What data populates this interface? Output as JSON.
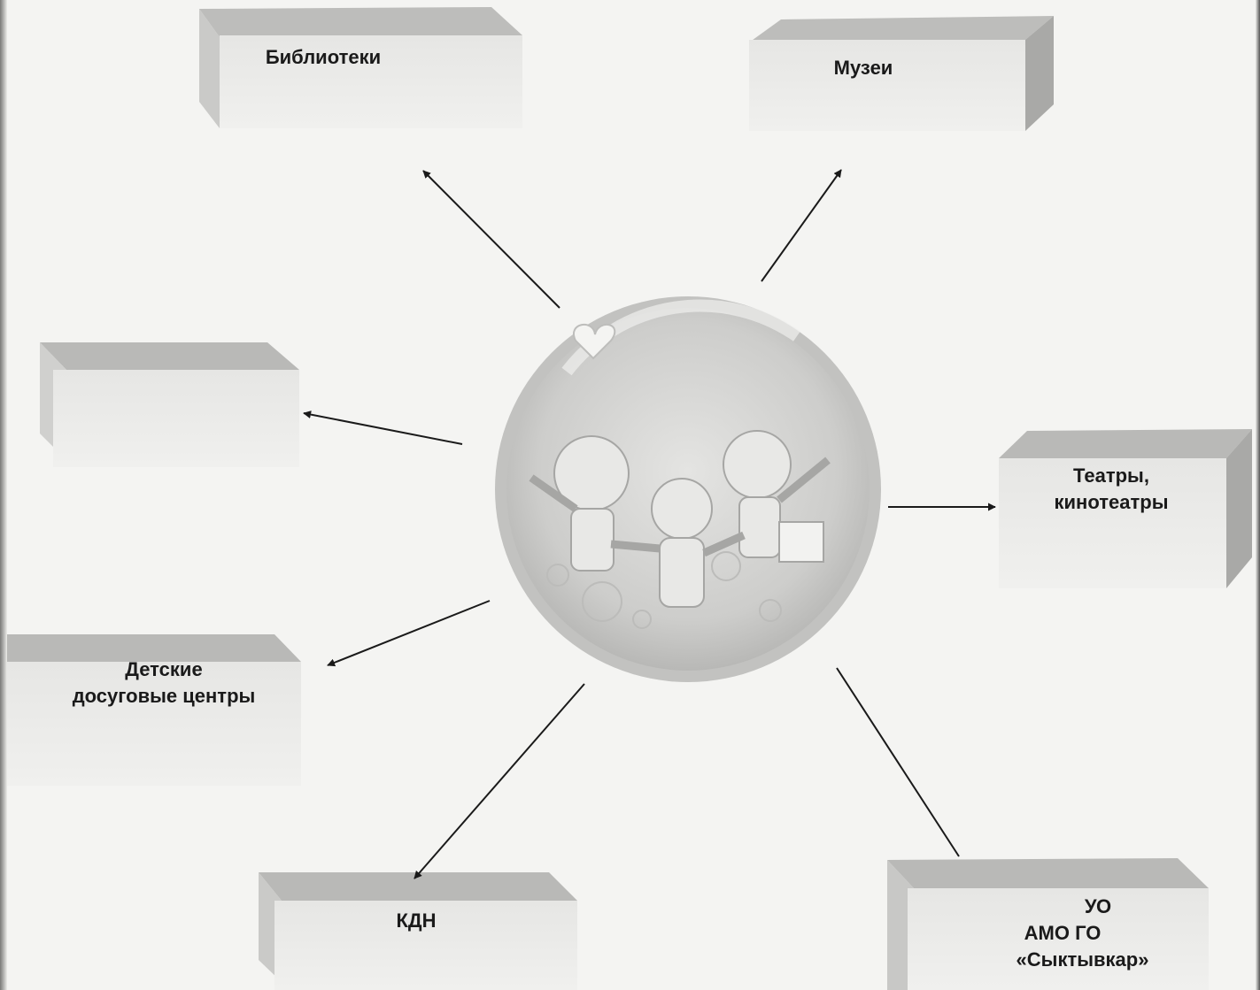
{
  "boxes": {
    "libraries": {
      "label": "Библиотеки"
    },
    "museums": {
      "label": "Музеи"
    },
    "blank": {
      "label": ""
    },
    "theatres": {
      "lines": [
        "Театры,",
        "кинотеатры"
      ]
    },
    "children_centers": {
      "lines": [
        "Детские",
        "досуговые центры"
      ]
    },
    "kdn": {
      "label": "КДН"
    },
    "uo": {
      "lines": [
        "УО",
        "АМО ГО",
        "«Сыктывкар»"
      ]
    }
  },
  "colors": {
    "box_front": "#dededc",
    "box_top": "#b9b9b7",
    "box_side": "#a9a9a7",
    "arrow": "#1a1a1a",
    "center_fill": "#cfcfcd",
    "center_ring": "#b4b4b2"
  },
  "center_image": {
    "icon": "children-holding-hands-globe"
  }
}
